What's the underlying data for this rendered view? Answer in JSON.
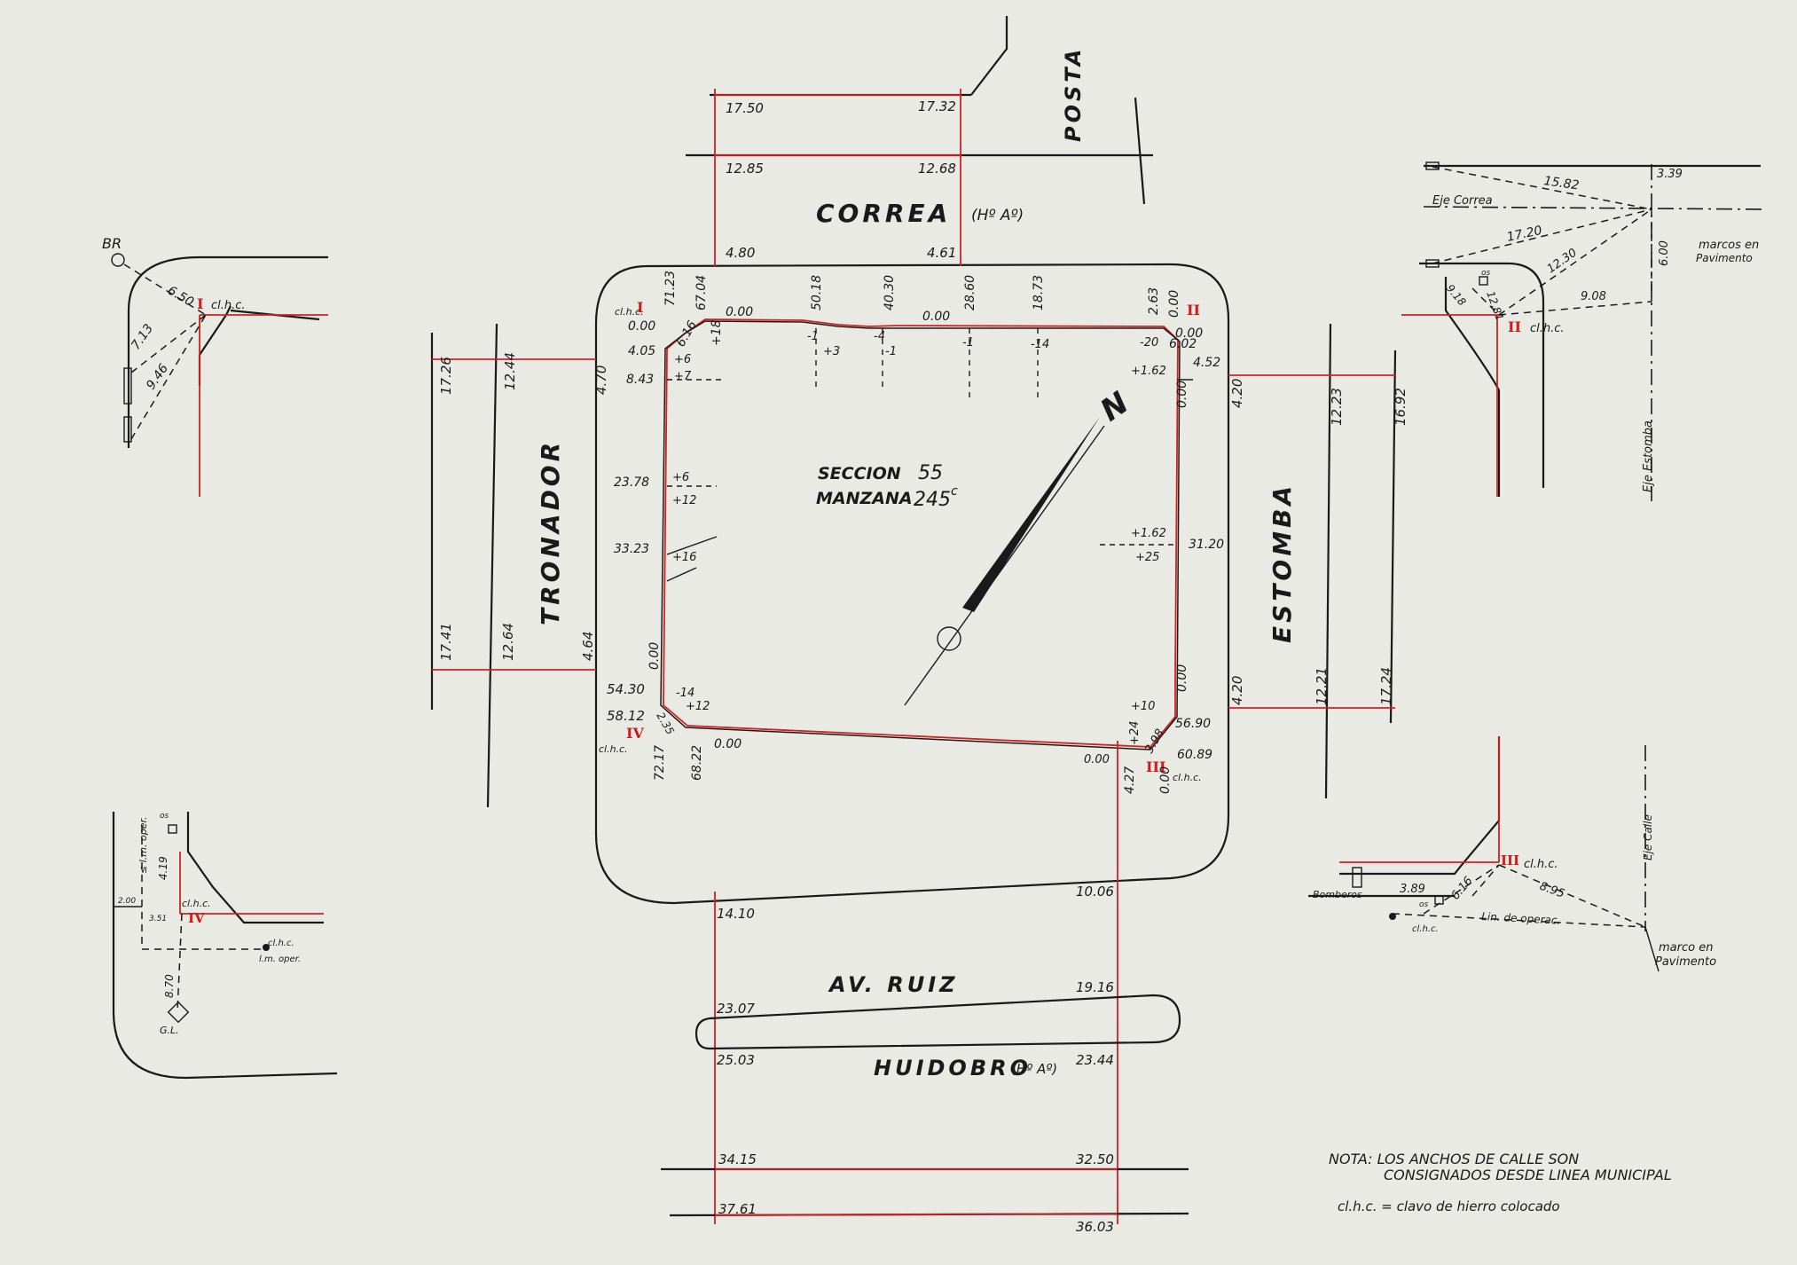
{
  "streets": {
    "correa": "CORREA",
    "correa_note": "(Hº Aº)",
    "posta": "POSTA",
    "tronador": "TRONADOR",
    "estomba": "ESTOMBA",
    "av_ruiz": "AV. RUIZ",
    "huidobro": "HUIDOBRO",
    "huidobro_note": "(Hº Aº)"
  },
  "block": {
    "seccion_label": "SECCION",
    "seccion": "55",
    "manzana_label": "MANZANA",
    "manzana": "245",
    "manzana_sup": "c",
    "north": "N"
  },
  "markers": {
    "m1": "I",
    "m2": "II",
    "m3": "III",
    "m4": "IV",
    "clhc": "cl.h.c."
  },
  "top_dims": [
    "17.50",
    "17.32",
    "12.85",
    "12.68",
    "4.80",
    "4.61"
  ],
  "bottom_dims": [
    "14.10",
    "10.06",
    "23.07",
    "19.16",
    "25.03",
    "23.44",
    "34.15",
    "32.50",
    "37.61",
    "36.03"
  ],
  "left_dims": [
    "17.26",
    "12.44",
    "4.70",
    "17.41",
    "12.64",
    "4.64"
  ],
  "right_dims": [
    "4.20",
    "12.23",
    "16.92",
    "4.20",
    "12.21",
    "17.24"
  ],
  "top_edge": [
    "71.23",
    "67.04",
    "0.00",
    "50.18",
    "40.30",
    "0.00",
    "28.60",
    "18.73",
    "2.63",
    "0.00",
    "0.00",
    "6.16",
    "+18",
    "-1",
    "+3",
    "-4",
    "-1",
    "-1",
    "-14",
    "-20",
    "6.02"
  ],
  "left_edge": [
    "cl.h.c.",
    "0.00",
    "4.05",
    "+6",
    "8.43",
    "+7",
    "23.78",
    "+6",
    "+12",
    "33.23",
    "+16",
    "0.00",
    "54.30",
    "-14",
    "58.12",
    "+12",
    "2.35",
    "72.17",
    "68.22",
    "0.00"
  ],
  "right_edge": [
    "+1.62",
    "4.52",
    "0.00",
    "+1.62",
    "31.20",
    "+25",
    "+10",
    "0.00",
    "56.90",
    "+24",
    "60.89",
    "3.98",
    "0.00",
    "4.27",
    "0.00",
    "cl.h.c."
  ],
  "detail_tl": {
    "br": "BR",
    "d1": "6.50",
    "d2": "7.13",
    "d3": "9.46"
  },
  "detail_tr": {
    "d1": "15.82",
    "d2": "3.39",
    "eje_correa": "Eje Correa",
    "d3": "17.20",
    "d4": "6.00",
    "marcos": "marcos en",
    "pavimento": "Pavimento",
    "d5": "12.30",
    "os": "os",
    "d6": "9.18",
    "d7": "12.81",
    "d8": "9.08",
    "eje_estomba": "Eje Estomba"
  },
  "detail_bl": {
    "eje": "≤ l.m. oper.",
    "os": "os",
    "d1": "4.19",
    "d2": "2.00",
    "d3": "3.51",
    "lm": "cl.h.c.",
    "lm2": "l.m. oper.",
    "d4": "8.70",
    "gl": "G.L."
  },
  "detail_br": {
    "eje_calle": "Eje Calle",
    "bomberos": "Bomberos",
    "d1": "3.89",
    "os": "os",
    "d2": "6.16",
    "d3": "8.95",
    "lin": "Lin. de operac.",
    "clhc": "cl.h.c.",
    "marco": "marco en",
    "pavimento": "Pavimento"
  },
  "nota": {
    "line1": "NOTA: LOS ANCHOS DE CALLE SON",
    "line2": "CONSIGNADOS DESDE LINEA MUNICIPAL",
    "line3": "cl.h.c. = clavo de hierro colocado"
  }
}
